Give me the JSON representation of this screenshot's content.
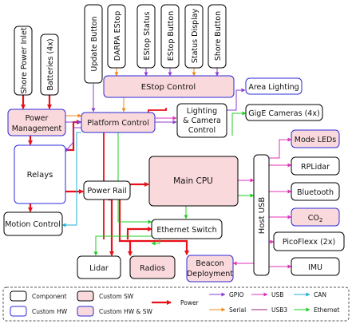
{
  "top_buttons": {
    "shore_power_inlet": "Shore Power Inlet",
    "batteries": "Batteries (4x)",
    "update_button": "Update Button",
    "darpa_estop": "DARPA EStop",
    "estop_status": "EStop Status",
    "estop_button": "EStop Button",
    "status_display": "Status Display",
    "shore_button": "Shore Button"
  },
  "blocks": {
    "estop_control": "EStop Control",
    "area_lighting": "Area Lighting",
    "power_management": [
      "Power",
      "Management"
    ],
    "platform_control": "Platform Control",
    "lighting_camera_control": [
      "Lighting",
      "& Camera",
      "Control"
    ],
    "gige_cameras": "GigE Cameras (4x)",
    "mode_leds": "Mode LEDs",
    "relays": "Relays",
    "main_cpu": "Main CPU",
    "host_usb": "Host USB",
    "rplidar": "RPLidar",
    "bluetooth": "Bluetooth",
    "power_rail": "Power Rail",
    "co2": "CO",
    "co2_subscript": "2",
    "motion_control": "Motion Control",
    "ethernet_switch": "Ethernet Switch",
    "picoflexx": "PicoFlexx (2x)",
    "lidar": "Lidar",
    "radios": "Radios",
    "beacon_deployment": [
      "Beacon",
      "Deployment"
    ],
    "imu": "IMU"
  },
  "legend": {
    "component": "Component",
    "custom_sw": "Custom SW",
    "custom_hw": "Custom HW",
    "custom_hw_sw": "Custom HW & SW",
    "power": "Power",
    "gpio": "GPIO",
    "serial": "Serial",
    "usb": "USB",
    "usb3": "USB3",
    "can": "CAN",
    "ethernet": "Ethernet"
  },
  "colors": {
    "power": "#e8101a",
    "gpio": "#8a3fd0",
    "serial": "#f08a1a",
    "usb": "#e032b8",
    "usb3": "#a0207a",
    "can": "#20b0d8",
    "ethernet": "#22cc22",
    "custom_sw_fill": "#fad9dc",
    "custom_hw_border": "#2b2bd8",
    "component_border": "#000000"
  }
}
